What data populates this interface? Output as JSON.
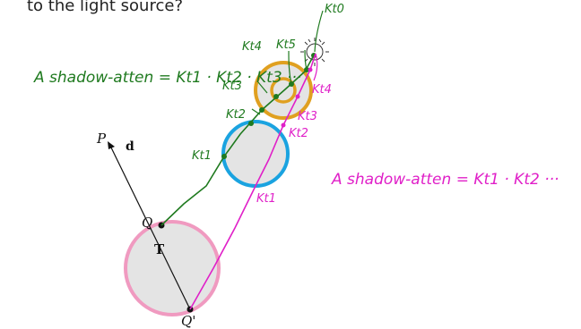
{
  "caption": "to the light source?",
  "labels": {
    "P": "P",
    "d": "d",
    "Q": "Q",
    "T": "T",
    "Q_prime": "Q'"
  },
  "green_annotations": {
    "equation": "A shadow-atten = Kt1 · Kt2 · Kt3 ···",
    "kt0": "Kt0",
    "kt1": "Kt1",
    "kt2": "Kt2",
    "kt3": "Kt3",
    "kt4": "Kt4",
    "kt5": "Kt5"
  },
  "magenta_annotations": {
    "equation": "A shadow-atten = Kt1 · Kt2 ···",
    "kt1": "Kt1",
    "kt2": "Kt2",
    "kt3": "Kt3",
    "kt4": "Kt4"
  },
  "colors": {
    "green": "#1f7a1f",
    "magenta": "#e020c8",
    "pink_sphere": "#f09ac0",
    "blue_sphere": "#1aa3e0",
    "gold_sphere": "#e0a020",
    "sphere_fill": "#e4e4e4"
  }
}
